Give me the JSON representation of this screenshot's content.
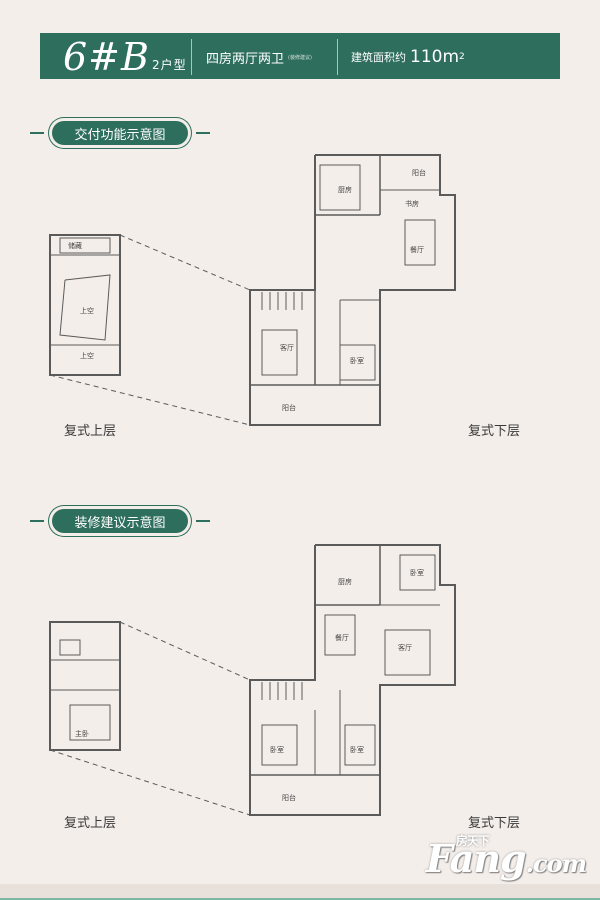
{
  "header": {
    "unit_code": "6#B",
    "unit_suffix": "2户型",
    "room_type": "四房两厅两卫",
    "room_note": "(装修建议)",
    "area_label": "建筑面积约",
    "area_value": "110m",
    "area_sup": "2"
  },
  "section1": {
    "title": "交付功能示意图",
    "upper_caption": "复式上层",
    "lower_caption": "复式下层",
    "upper_rooms": {
      "storage": "储藏",
      "void1": "上空",
      "void2": "上空"
    },
    "lower_rooms": {
      "kitchen": "厨房",
      "balcony1": "阳台",
      "study": "书房",
      "dining": "餐厅",
      "living": "客厅",
      "bedroom": "卧室",
      "balcony2": "阳台"
    }
  },
  "section2": {
    "title": "装修建议示意图",
    "upper_caption": "复式上层",
    "lower_caption": "复式下层",
    "upper_rooms": {
      "master": "主卧"
    },
    "lower_rooms": {
      "kitchen": "厨房",
      "bedroom_top": "卧室",
      "dining": "餐厅",
      "living": "客厅",
      "bedroom_left": "卧室",
      "bedroom_right": "卧室",
      "balcony": "阳台"
    }
  },
  "brand": {
    "name_cn": "房天下",
    "name_en": "Fang",
    "domain": ".com"
  },
  "colors": {
    "accent": "#2e6e5c",
    "background": "#f4eeea",
    "wall": "#5a5a5a"
  }
}
